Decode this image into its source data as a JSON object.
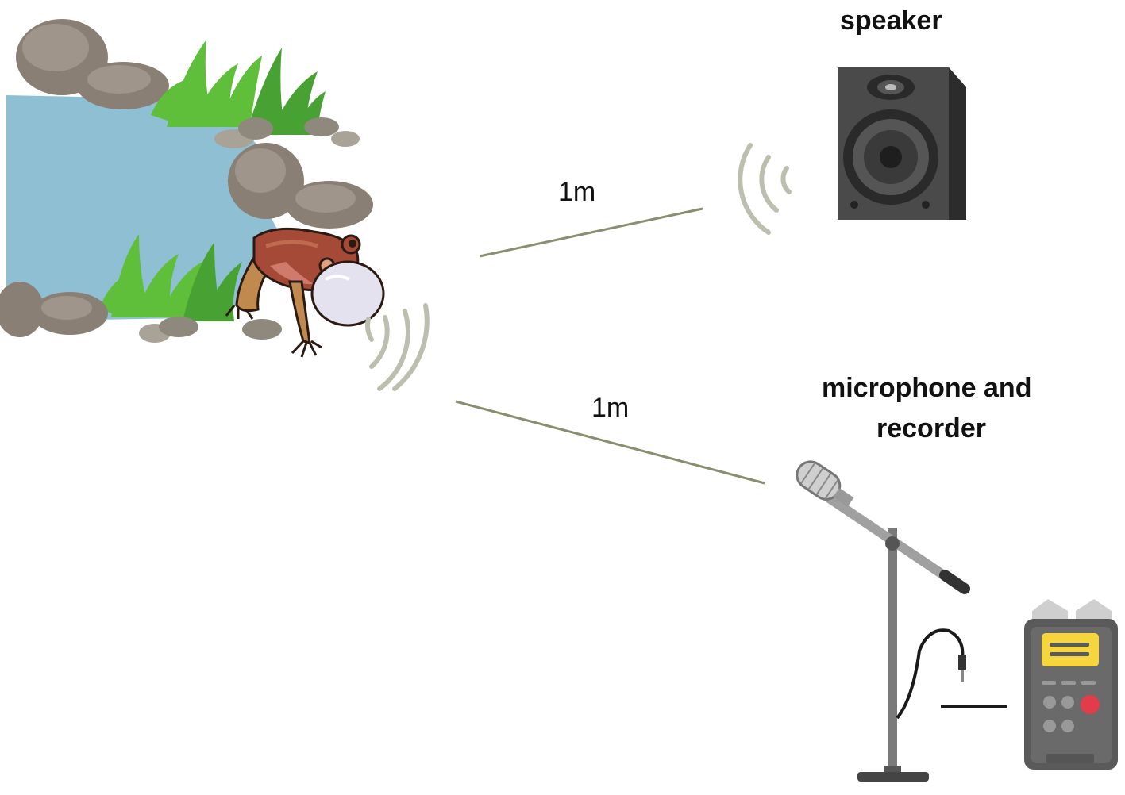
{
  "labels": {
    "speaker": "speaker",
    "microphone_line1": "microphone and",
    "microphone_line2": "recorder",
    "distance_to_speaker": "1m",
    "distance_to_microphone": "1m"
  },
  "icons": {
    "frog": "calling-frog-icon",
    "speaker": "speaker-icon",
    "microphone": "microphone-on-stand-icon",
    "recorder": "audio-recorder-icon"
  },
  "colors": {
    "water": "#8fbfd3",
    "rock": "#8a7f74",
    "grass": "#5fbf3b",
    "frog_body": "#a54a36",
    "vocal_sac": "#e4e2ef",
    "sound_waves": "#bdbfae",
    "distance_lines": "#8a8d6e",
    "speaker_body": "#4a4a4a",
    "recorder_screen": "#f5d63c",
    "recorder_button": "#e23b4a"
  }
}
